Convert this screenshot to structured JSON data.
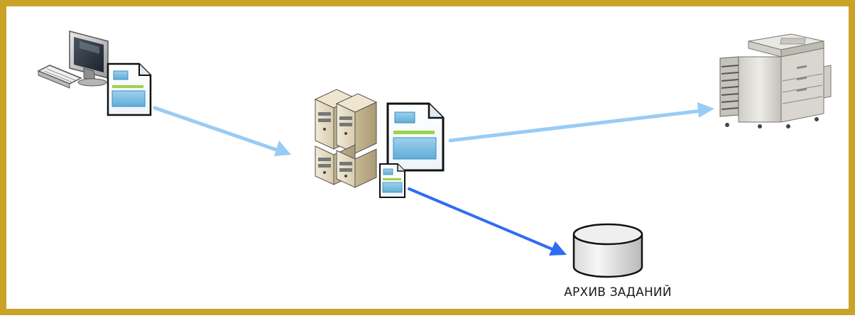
{
  "diagram": {
    "frame_color": "#c9a227",
    "flow_light_color": "#99ccf5",
    "flow_dark_color": "#2f6cf2",
    "nodes": {
      "workstation": {
        "icon": "computer-icon"
      },
      "workstation_document": {
        "icon": "document-icon"
      },
      "print_server": {
        "icon": "server-cluster-icon"
      },
      "server_document": {
        "icon": "document-icon"
      },
      "server_small_document": {
        "icon": "document-icon"
      },
      "printer": {
        "icon": "printer-icon"
      },
      "archive": {
        "icon": "database-cylinder-icon",
        "label": "АРХИВ ЗАДАНИЙ"
      }
    },
    "edges": [
      {
        "from": "workstation",
        "to": "print_server",
        "style": "light"
      },
      {
        "from": "print_server",
        "to": "printer",
        "style": "light"
      },
      {
        "from": "print_server",
        "to": "archive",
        "style": "dark"
      }
    ]
  }
}
